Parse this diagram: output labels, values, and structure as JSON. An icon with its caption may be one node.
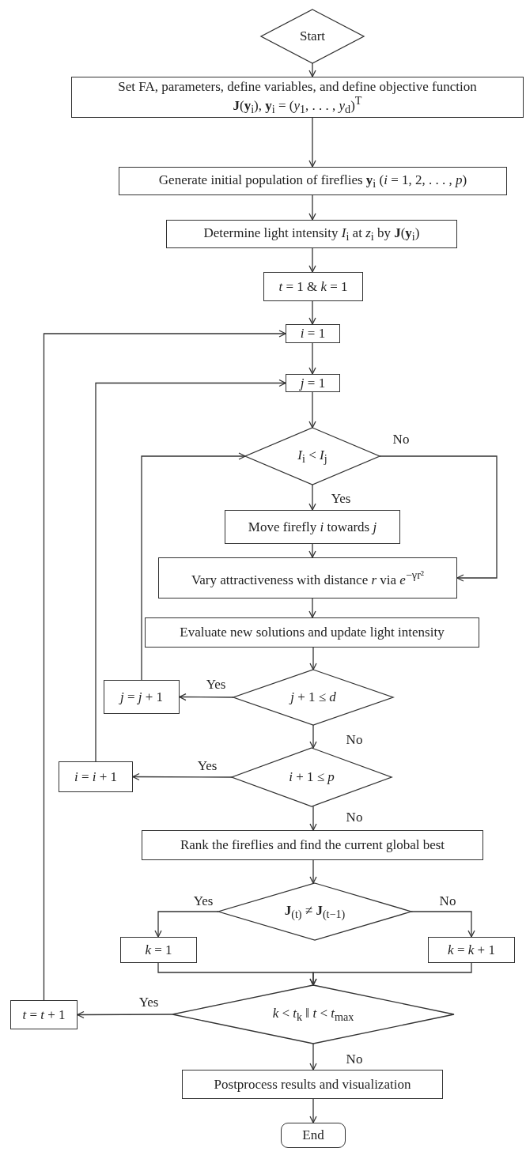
{
  "diagram": {
    "nodes": [
      {
        "text": [
          "Start"
        ]
      },
      {
        "text": [
          "Set FA, parameters, define variables, and define objective function",
          "**J**(**y**$_{i}$), **y**$_{i}$ = (*y*$_{1}$, . . . , *y*$_{d}$)$^{T}$"
        ]
      },
      {
        "text": [
          "Generate initial population of fireflies **y**$_{i}$ (*i* = 1, 2, . . . , *p*)"
        ]
      },
      {
        "text": [
          "Determine light intensity *I*$_{i}$ at *z*$_{i}$ by **J**(**y**$_{i}$)"
        ]
      },
      {
        "text": [
          "*t* = 1 & *k* = 1"
        ]
      },
      {
        "text": [
          "*i* = 1"
        ]
      },
      {
        "text": [
          "*j* = 1"
        ]
      },
      {
        "text": [
          "*I*$_{i}$ < *I*$_{j}$"
        ]
      },
      {
        "text": [
          "Move firefly *i* towards *j*"
        ]
      },
      {
        "text": [
          "Vary attractiveness with distance *r* via *e*$^{−γr²}$"
        ]
      },
      {
        "text": [
          "Evaluate new solutions and update light intensity"
        ]
      },
      {
        "text": [
          "*j* + 1 ≤ *d*"
        ]
      },
      {
        "text": [
          "*j* = *j* + 1"
        ]
      },
      {
        "text": [
          "*i* + 1 ≤ *p*"
        ]
      },
      {
        "text": [
          "*i* = *i* + 1"
        ]
      },
      {
        "text": [
          "Rank the fireflies and find the current global best"
        ]
      },
      {
        "text": [
          "**J**$_{(t)}$ ≠ **J**$_{(t−1)}$"
        ]
      },
      {
        "text": [
          "*k* = 1"
        ]
      },
      {
        "text": [
          "*k* = *k* + 1"
        ]
      },
      {
        "text": [
          "*k* < *t*$_{k}$ ‖ *t* < *t*$_{max}$"
        ]
      },
      {
        "text": [
          "*t* = *t* + 1"
        ]
      },
      {
        "text": [
          "Postprocess results and visualization"
        ]
      },
      {
        "text": [
          "End"
        ]
      }
    ],
    "edges": [
      {
        "from": 0,
        "to": 1,
        "arrow": "to"
      },
      {
        "from": 1,
        "to": 2,
        "arrow": "to"
      },
      {
        "from": 2,
        "to": 3,
        "arrow": "to"
      },
      {
        "from": 3,
        "to": 4,
        "arrow": "to"
      },
      {
        "from": 4,
        "to": 5,
        "arrow": "to"
      },
      {
        "from": 5,
        "to": 6,
        "arrow": "to"
      },
      {
        "from": 6,
        "to": 7,
        "arrow": "to"
      },
      {
        "from": 7,
        "to": 8,
        "arrow": "to",
        "label": "Yes"
      },
      {
        "from": 7,
        "to": 9,
        "arrow": "to",
        "label": "No"
      },
      {
        "from": 8,
        "to": 9,
        "arrow": "to"
      },
      {
        "from": 9,
        "to": 10,
        "arrow": "to"
      },
      {
        "from": 10,
        "to": 11,
        "arrow": "to"
      },
      {
        "from": 11,
        "to": 12,
        "arrow": "to",
        "label": "Yes"
      },
      {
        "from": 12,
        "to": 7,
        "arrow": "to"
      },
      {
        "from": 11,
        "to": 13,
        "arrow": "to",
        "label": "No"
      },
      {
        "from": 13,
        "to": 14,
        "arrow": "to",
        "label": "Yes"
      },
      {
        "from": 14,
        "to": 6,
        "arrow": "to"
      },
      {
        "from": 13,
        "to": 15,
        "arrow": "to",
        "label": "No"
      },
      {
        "from": 15,
        "to": 16,
        "arrow": "to"
      },
      {
        "from": 16,
        "to": 17,
        "arrow": "to",
        "label": "Yes"
      },
      {
        "from": 16,
        "to": 18,
        "arrow": "to",
        "label": "No"
      },
      {
        "from": 17,
        "to": 19,
        "arrow": "to"
      },
      {
        "from": 18,
        "to": 19,
        "arrow": "to"
      },
      {
        "from": 19,
        "to": 20,
        "arrow": "to",
        "label": "Yes"
      },
      {
        "from": 20,
        "to": 5,
        "arrow": "to"
      },
      {
        "from": 19,
        "to": 21,
        "arrow": "to",
        "label": "No"
      },
      {
        "from": 21,
        "to": 22,
        "arrow": "to"
      }
    ]
  }
}
